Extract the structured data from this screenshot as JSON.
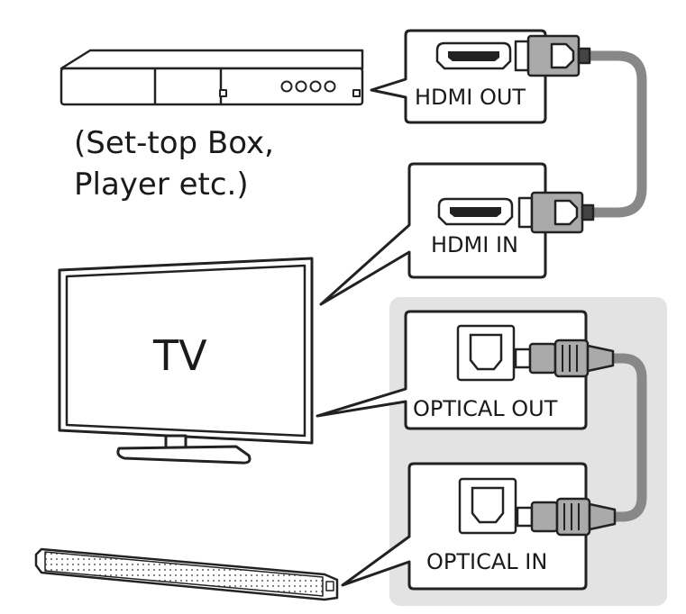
{
  "devices": {
    "set_top_box_caption_line1": "(Set-top Box,",
    "set_top_box_caption_line2": "Player etc.)",
    "tv_label": "TV"
  },
  "ports": {
    "hdmi_out": "HDMI OUT",
    "hdmi_in": "HDMI IN",
    "optical_out": "OPTICAL OUT",
    "optical_in": "OPTICAL IN"
  },
  "colors": {
    "line": "#222222",
    "cable": "#888888",
    "connector": "#aaaaaa",
    "optical_panel": "#e3e3e3"
  }
}
